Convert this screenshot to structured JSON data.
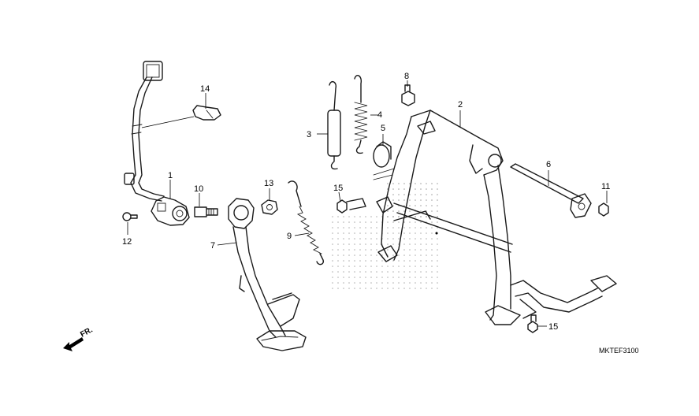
{
  "diagram": {
    "callouts": [
      "1",
      "2",
      "3",
      "4",
      "5",
      "6",
      "7",
      "8",
      "9",
      "10",
      "11",
      "12",
      "13",
      "14",
      "15",
      "15"
    ],
    "direction_label": "FR.",
    "code": "MKTEF3100"
  }
}
